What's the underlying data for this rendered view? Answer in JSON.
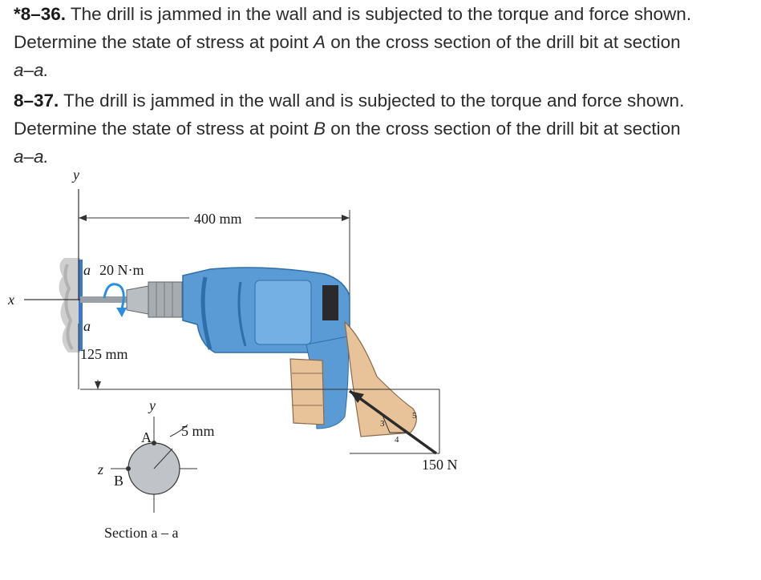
{
  "problems": [
    {
      "number": "*8–36.",
      "text_before": " The drill is jammed in the wall and is subjected to the torque and force shown. Determine the state of stress at point ",
      "point": "A",
      "text_after": " on the cross section of the drill bit at section ",
      "section": "a–a."
    },
    {
      "number": "8–37.",
      "text_before": " The drill is jammed in the wall and is subjected to the torque and force shown. Determine the state of stress at point ",
      "point": "B",
      "text_after": " on the cross section of the drill bit at section ",
      "section": "a–a."
    }
  ],
  "figure": {
    "axis_y": "y",
    "axis_x": "x",
    "dim_400": "400 mm",
    "section_mark": "a",
    "torque": "20 N·m",
    "dim_125": "125 mm",
    "section_axis_y": "y",
    "section_axis_z": "z",
    "point_a": "A",
    "point_b": "B",
    "radius": "5 mm",
    "force": "150 N",
    "slope_3": "3",
    "slope_4": "4",
    "slope_5": "5",
    "caption": "Section a – a"
  },
  "colors": {
    "drill_body": "#5b9bd5",
    "drill_dark": "#2f6ea8",
    "chuck": "#a9aeb3",
    "hand": "#e8c39a",
    "wall": "#c8c8c8",
    "arrow": "#2b8fe0"
  }
}
